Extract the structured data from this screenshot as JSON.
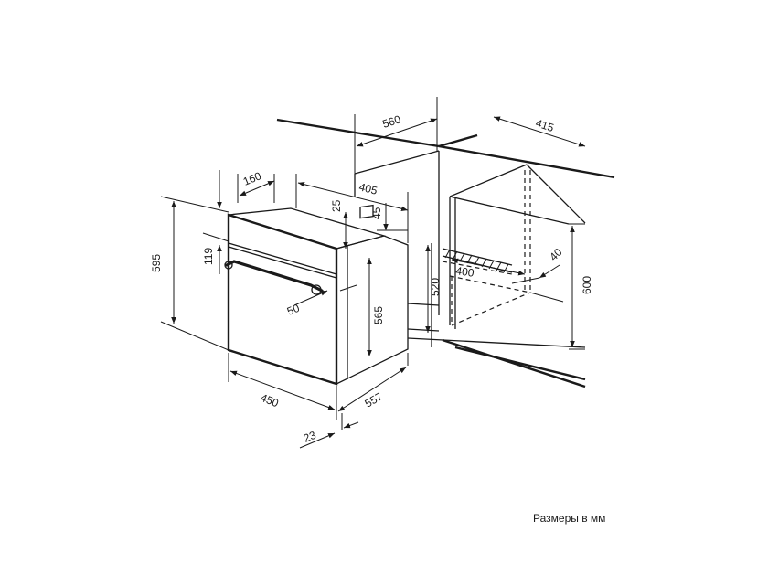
{
  "caption": "Размеры в мм",
  "dimensions": {
    "w560": "560",
    "w415": "415",
    "w160": "160",
    "w405": "405",
    "h25": "25",
    "h45": "45",
    "h595": "595",
    "h119": "119",
    "d400": "400",
    "h40": "40",
    "h520": "520",
    "h600": "600",
    "w50": "50",
    "h565": "565",
    "w450": "450",
    "d557": "557",
    "d23": "23"
  }
}
